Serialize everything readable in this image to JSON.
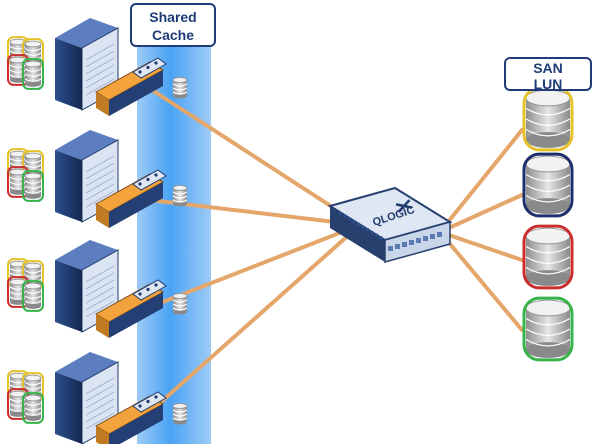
{
  "labels": {
    "shared_cache_line1": "Shared",
    "shared_cache_line2": "Cache",
    "san_lun_line1": "SAN",
    "san_lun_line2": "LUN"
  },
  "switch": {
    "brand": "QLOGIC"
  },
  "colors": {
    "cache_band": "#4aa3f5",
    "link": "#e4a66a",
    "server_body": "#1f3a6e",
    "adapter": "#f4a23c",
    "switch_body": "#c9d6ea",
    "disk_yellow": "#e6c22a",
    "disk_navy": "#1d2f6a",
    "disk_red": "#cc2d2d",
    "disk_green": "#36b34a"
  },
  "servers": [
    {
      "local_disk_rings": [
        "#e6c22a",
        "#cc2d2d",
        "#36b34a"
      ]
    },
    {
      "local_disk_rings": [
        "#e6c22a",
        "#cc2d2d",
        "#36b34a"
      ]
    },
    {
      "local_disk_rings": [
        "#e6c22a",
        "#cc2d2d",
        "#36b34a"
      ]
    },
    {
      "local_disk_rings": [
        "#e6c22a",
        "#cc2d2d",
        "#36b34a"
      ]
    }
  ],
  "san_luns": [
    {
      "ring": "#e6c22a"
    },
    {
      "ring": "#1d2f6a"
    },
    {
      "ring": "#cc2d2d"
    },
    {
      "ring": "#36b34a"
    }
  ]
}
